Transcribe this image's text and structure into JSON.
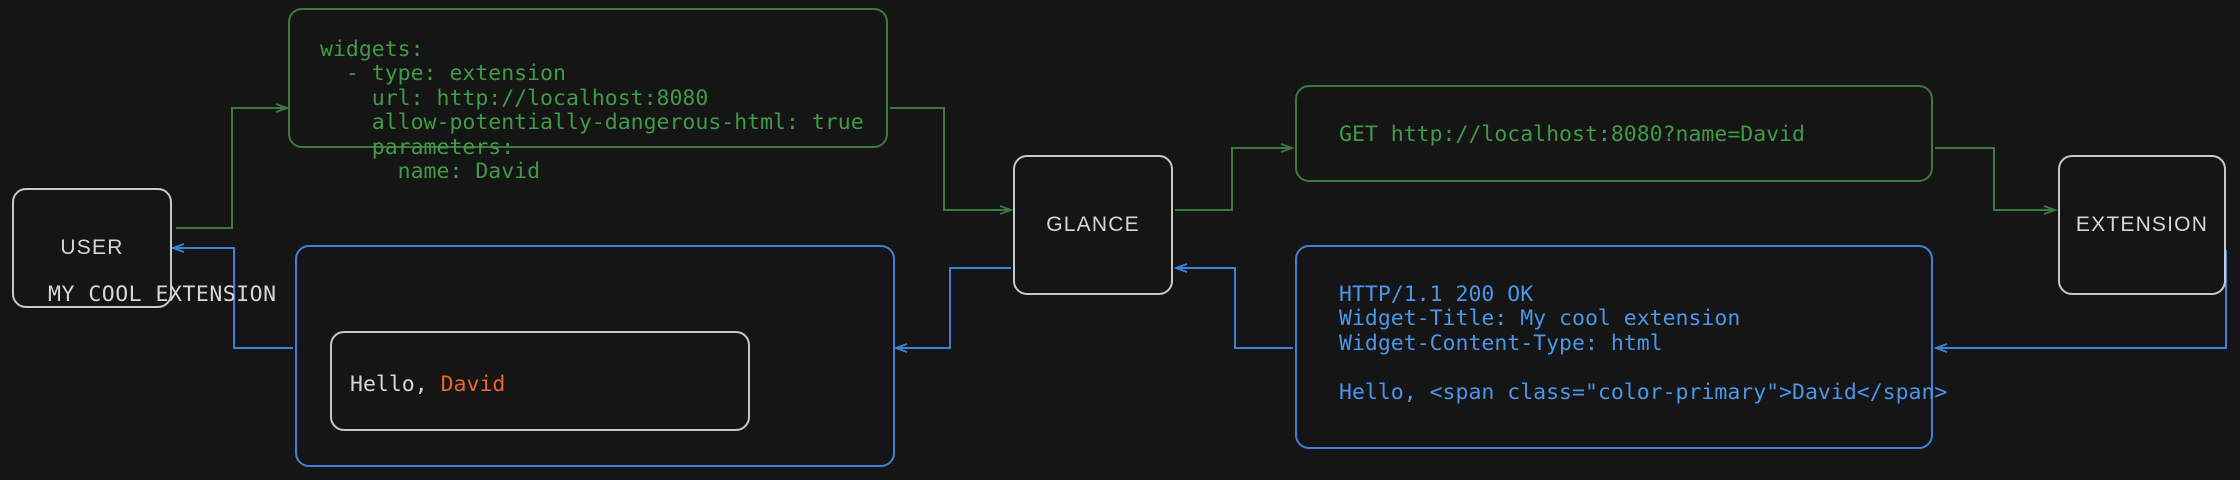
{
  "theme": {
    "background": "#151515",
    "node_border": "#c8c8c8",
    "node_text": "#d6d6d6",
    "green": "#3f9a45",
    "green_border": "#3a7a3e",
    "blue": "#4a95e8",
    "blue_border": "#3d82d8",
    "accent_orange": "#e8662a"
  },
  "nodes": {
    "user": "USER",
    "glance": "GLANCE",
    "extension": "EXTENSION"
  },
  "boxes": {
    "yaml_config": "widgets:\n  - type: extension\n    url: http://localhost:8080\n    allow-potentially-dangerous-html: true\n    parameters:\n      name: David",
    "http_request": "GET http://localhost:8080?name=David",
    "http_response": "HTTP/1.1 200 OK\nWidget-Title: My cool extension\nWidget-Content-Type: html\n\nHello, <span class=\"color-primary\">David</span>",
    "widget_title": "MY COOL EXTENSION",
    "widget_greeting_prefix": "Hello, ",
    "widget_greeting_name": "David"
  },
  "edges": [
    {
      "name": "user-to-yaml",
      "color": "#3a7a3e"
    },
    {
      "name": "yaml-to-glance",
      "color": "#3a7a3e"
    },
    {
      "name": "glance-to-request",
      "color": "#3a7a3e"
    },
    {
      "name": "request-to-extension",
      "color": "#3a7a3e"
    },
    {
      "name": "extension-to-response",
      "color": "#3d82d8"
    },
    {
      "name": "response-to-glance",
      "color": "#3d82d8"
    },
    {
      "name": "glance-to-widget",
      "color": "#3d82d8"
    },
    {
      "name": "widget-to-user",
      "color": "#3d82d8"
    }
  ]
}
